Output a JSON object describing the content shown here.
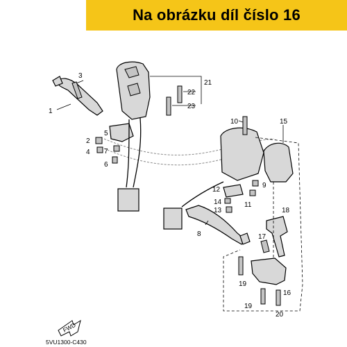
{
  "banner": {
    "text": "Na obrázku díl číslo 16",
    "color": "#f5c518"
  },
  "diagram_code": "5VU1300-C430",
  "fwd_label": "FWD",
  "callouts": {
    "c1": "1",
    "c2": "2",
    "c3": "3",
    "c4": "4",
    "c5": "5",
    "c6": "6",
    "c7": "7",
    "c8": "8",
    "c9": "9",
    "c10": "10",
    "c11": "11",
    "c12": "12",
    "c13": "13",
    "c14": "14",
    "c15": "15",
    "c16": "16",
    "c17": "17",
    "c18": "18",
    "c19a": "19",
    "c19b": "19",
    "c20": "20",
    "c21": "21",
    "c22": "22",
    "c23": "23"
  }
}
